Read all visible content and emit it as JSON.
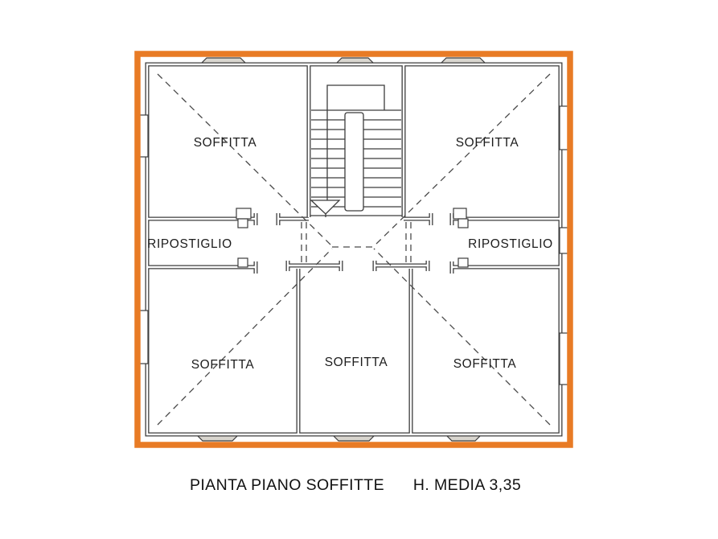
{
  "plan": {
    "colors": {
      "frame": "#E87B25",
      "wall": "#3C3C3C",
      "background": "#FFFFFF",
      "chimney_fill": "#D9D6CF"
    },
    "rooms": [
      {
        "id": "soffitta-top-left",
        "label": "SOFFITTA"
      },
      {
        "id": "soffitta-top-right",
        "label": "SOFFITTA"
      },
      {
        "id": "ripostiglio-left",
        "label": "RIPOSTIGLIO"
      },
      {
        "id": "ripostiglio-right",
        "label": "RIPOSTIGLIO"
      },
      {
        "id": "soffitta-bottom-left",
        "label": "SOFFITTA"
      },
      {
        "id": "soffitta-bottom-center",
        "label": "SOFFITTA"
      },
      {
        "id": "soffitta-bottom-right",
        "label": "SOFFITTA"
      }
    ],
    "caption": {
      "title": "PIANTA PIANO SOFFITTE",
      "height_note": "H. MEDIA 3,35"
    }
  }
}
